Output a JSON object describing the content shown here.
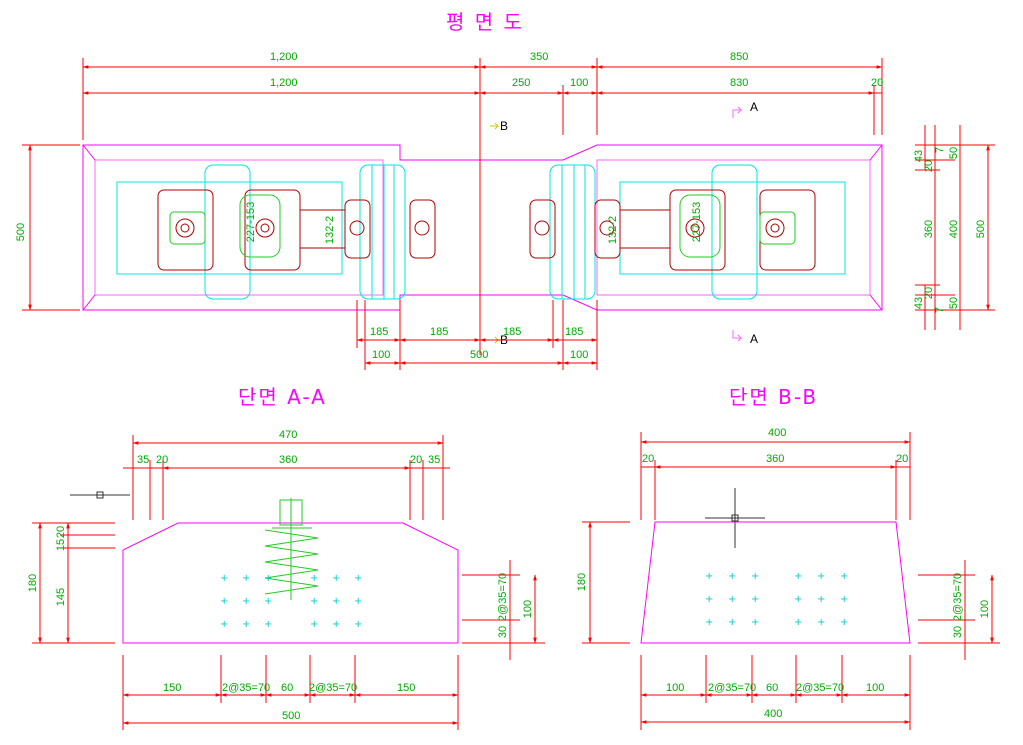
{
  "titles": {
    "plan": "평 면 도",
    "section_aa": "단면 A-A",
    "section_bb": "단면 B-B"
  },
  "section_markers": {
    "a": "A",
    "b": "B"
  },
  "plan_dims": {
    "top_left_1": "1,200",
    "top_left_2": "1,200",
    "top_mid_1": "350",
    "top_mid_2a": "250",
    "top_mid_2b": "100",
    "top_right_1": "850",
    "top_right_2": "830",
    "top_right_2b": "20",
    "left_height": "500",
    "right_a": "43",
    "right_b": "20",
    "right_c": "7",
    "right_d": "50",
    "right_e": "360",
    "right_f": "400",
    "right_g": "500",
    "right_h": "20",
    "right_i": "43",
    "right_j": "7",
    "right_k": "50",
    "bottom_1": "185",
    "bottom_2": "185",
    "bottom_3": "185",
    "bottom_4": "185",
    "bottom_5": "100",
    "bottom_6": "500",
    "bottom_7": "100",
    "fastener_1": "227-153",
    "fastener_2": "132-2",
    "fastener_3": "227-153",
    "fastener_4": "132-2"
  },
  "aa_dims": {
    "top_total": "470",
    "top_a": "35",
    "top_b": "20",
    "top_c": "360",
    "top_d": "20",
    "top_e": "35",
    "left_total": "180",
    "left_a": "20",
    "left_b": "15",
    "left_c": "145",
    "right_a": "2@35=70",
    "right_b": "30",
    "right_c": "100",
    "bot_a": "150",
    "bot_b": "2@35=70",
    "bot_c": "60",
    "bot_d": "2@35=70",
    "bot_e": "150",
    "bot_total": "500"
  },
  "bb_dims": {
    "top_total": "400",
    "top_a": "20",
    "top_b": "360",
    "top_c": "20",
    "left_total": "180",
    "right_a": "2@35=70",
    "right_b": "30",
    "right_c": "100",
    "bot_a": "100",
    "bot_b": "2@35=70",
    "bot_c": "60",
    "bot_d": "2@35=70",
    "bot_e": "100",
    "bot_total": "400"
  },
  "colors": {
    "dimension_line": "#ff0000",
    "dimension_text": "#00aa00",
    "outline": "#ff00ff",
    "cyan": "#00e5e5",
    "fastener": "#b00000"
  }
}
